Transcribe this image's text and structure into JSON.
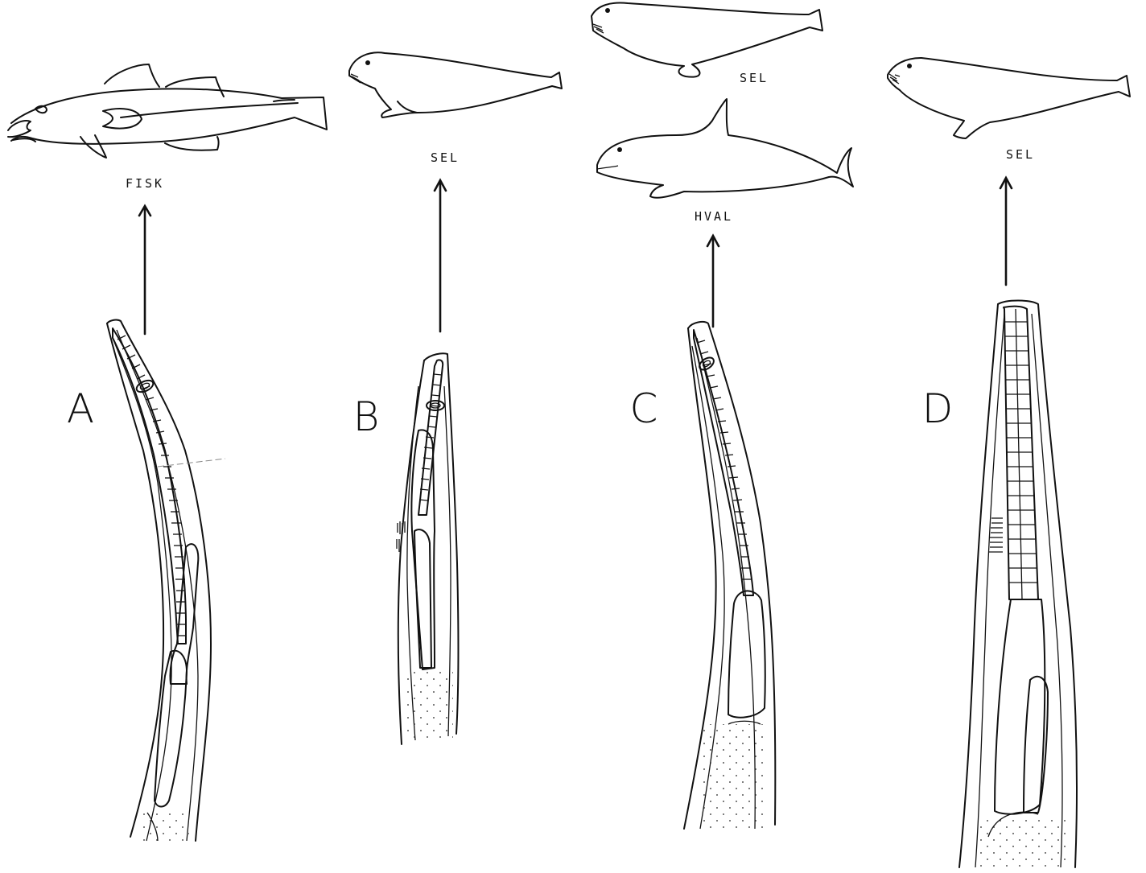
{
  "panels": [
    {
      "id": "A",
      "letter": "A",
      "hosts": [
        {
          "name": "FISK",
          "kind": "fish"
        }
      ]
    },
    {
      "id": "B",
      "letter": "B",
      "hosts": [
        {
          "name": "SEL",
          "kind": "seal"
        }
      ]
    },
    {
      "id": "C",
      "letter": "C",
      "hosts": [
        {
          "name": "SEL",
          "kind": "seal"
        },
        {
          "name": "HVAL",
          "kind": "whale"
        }
      ]
    },
    {
      "id": "D",
      "letter": "D",
      "hosts": [
        {
          "name": "SEL",
          "kind": "seal"
        }
      ]
    }
  ]
}
